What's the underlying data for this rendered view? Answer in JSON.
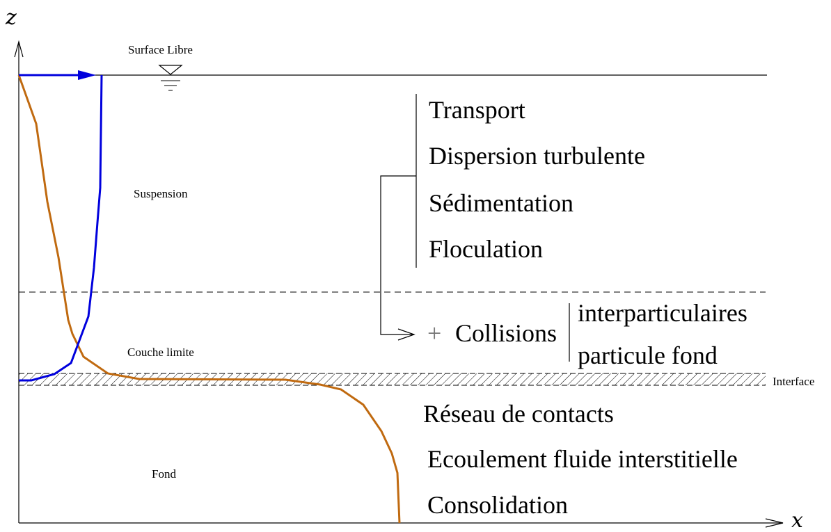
{
  "axes": {
    "z": "z",
    "x": "x"
  },
  "free_surface_label": "Surface Libre",
  "zones": {
    "suspension": "Suspension",
    "boundary_layer": "Couche limite",
    "interface": "Interface",
    "bed": "Fond"
  },
  "suspension_processes": [
    "Transport",
    "Dispersion turbulente",
    "Sédimentation",
    "Floculation"
  ],
  "collisions": {
    "plus": "+",
    "label": "Collisions",
    "types": [
      "interparticulaires",
      "particule fond"
    ]
  },
  "bed_processes": [
    "Réseau de contacts",
    "Ecoulement fluide interstitielle",
    "Consolidation"
  ],
  "colors": {
    "velocity_profile": "#0000dd",
    "concentration_profile": "#c06a10",
    "lines": "#000000"
  }
}
